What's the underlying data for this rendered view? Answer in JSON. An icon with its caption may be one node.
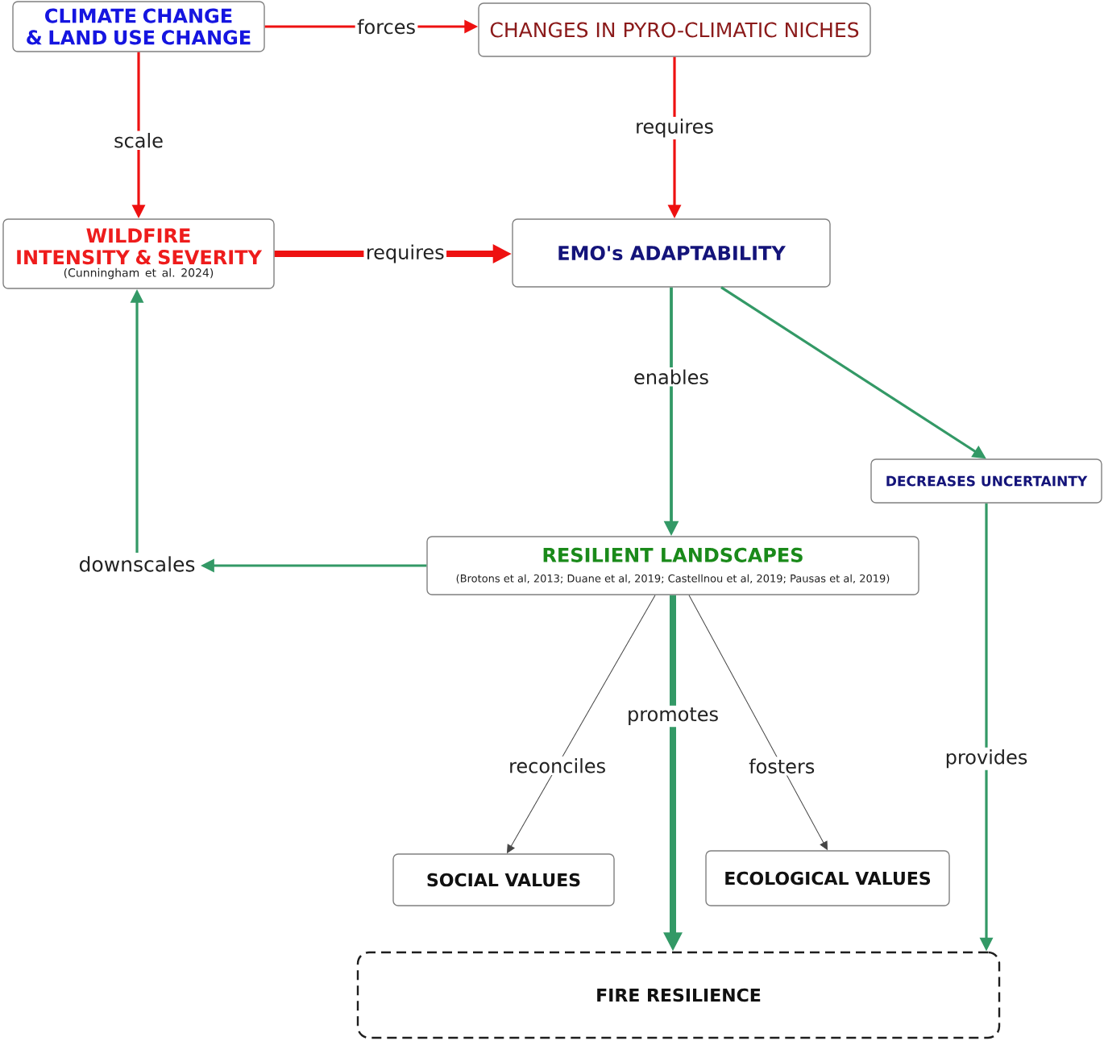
{
  "diagram": {
    "nodes": [
      {
        "text": [
          "CLIMATE CHANGE & LAND USE CHANGE"
        ]
      },
      {
        "text": [
          "CHANGES IN PYRO-CLIMATIC NICHES"
        ]
      },
      {
        "text": [
          "WILDFIRE INTENSITY & SEVERITY",
          "(Cunningham et al. 2024)"
        ]
      },
      {
        "text": [
          "EMO's ADAPTABILITY"
        ]
      },
      {
        "text": [
          "DECREASES UNCERTAINTY"
        ]
      },
      {
        "text": [
          "downscales"
        ]
      },
      {
        "text": [
          "RESILIENT LANDSCAPES",
          "(Brotons et al, 2013; Duane et al, 2019; Castellnou et al, 2019; Pausas et al, 2019)"
        ]
      },
      {
        "text": [
          "SOCIAL VALUES"
        ]
      },
      {
        "text": [
          "ECOLOGICAL VALUES"
        ]
      },
      {
        "text": [
          "FIRE RESILIENCE"
        ]
      }
    ],
    "edges": [
      {
        "from": 0,
        "to": 1,
        "arrow": "to",
        "label": "forces",
        "color": "#ee1111"
      },
      {
        "from": 0,
        "to": 2,
        "arrow": "to",
        "label": "scale",
        "color": "#ee1111"
      },
      {
        "from": 1,
        "to": 3,
        "arrow": "to",
        "label": "requires",
        "color": "#ee1111"
      },
      {
        "from": 2,
        "to": 3,
        "arrow": "to",
        "label": "requires",
        "color": "#ee1111",
        "style": "thick"
      },
      {
        "from": 3,
        "to": 6,
        "arrow": "to",
        "label": "enables"
      },
      {
        "from": 3,
        "to": 4,
        "arrow": "to"
      },
      {
        "from": 6,
        "to": 5,
        "arrow": "to"
      },
      {
        "from": 5,
        "to": 2,
        "arrow": "to"
      },
      {
        "from": 6,
        "to": 7,
        "arrow": "to",
        "label": "reconciles",
        "color": "#444444"
      },
      {
        "from": 6,
        "to": 8,
        "arrow": "to",
        "label": "fosters",
        "color": "#444444"
      },
      {
        "from": 6,
        "to": 9,
        "arrow": "to",
        "label": "promotes",
        "style": "thick"
      },
      {
        "from": 4,
        "to": 9,
        "arrow": "to",
        "label": "provides"
      }
    ]
  }
}
